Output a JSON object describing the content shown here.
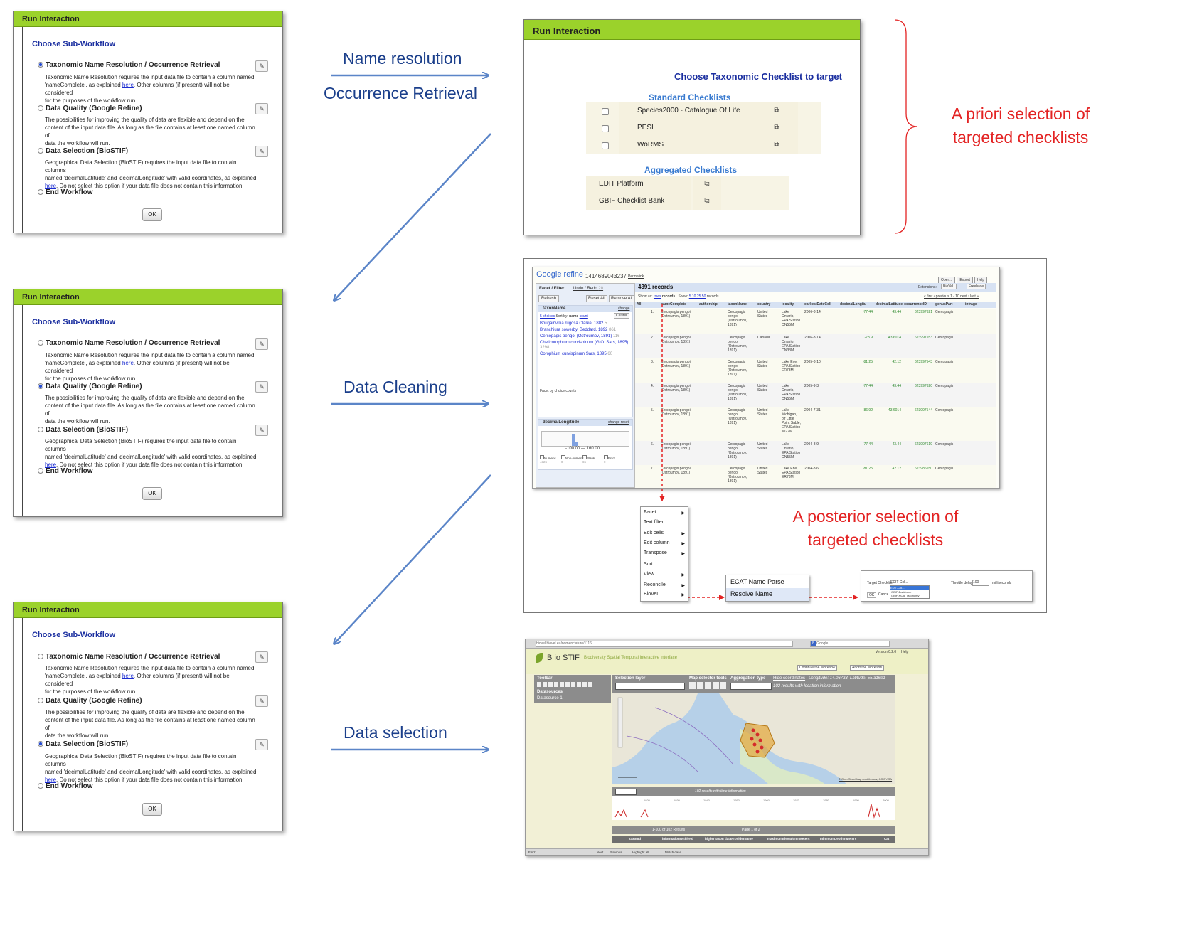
{
  "dialog": {
    "title": "Run Interaction",
    "heading": "Choose Sub-Workflow",
    "options": [
      {
        "label": "Taxonomic Name Resolution / Occurrence Retrieval",
        "desc": [
          "Taxonomic Name Resolution requires the input data file to contain a column named",
          "'nameComplete', as explained ",
          "here",
          ". Other columns (if present) will not be considered",
          "for the purposes of the workflow run."
        ]
      },
      {
        "label": "Data Quality (Google Refine)",
        "desc": [
          "The possibilities for improving the quality of data are flexible and depend on the",
          "content of the input data file. As long as the file contains at least one named column of",
          "data the workflow will run."
        ]
      },
      {
        "label": "Data Selection (BioSTIF)",
        "desc": [
          "Geographical Data Selection (BioSTIF) requires the input data file to contain columns",
          "named 'decimalLatitude' and 'decimalLongitude' with valid coordinates, as explained",
          "here",
          ". Do not select this option if your data file does not contain this information."
        ]
      },
      {
        "label": "End Workflow"
      }
    ],
    "ok": "OK"
  },
  "flow": {
    "name_resolution": "Name resolution",
    "occurrence_retrieval": "Occurrence Retrieval",
    "data_cleaning": "Data Cleaning",
    "data_selection": "Data selection"
  },
  "notes": {
    "apriori_1": "A priori selection of",
    "apriori_2": "targeted checklists",
    "aposterior_1": "A posterior selection of",
    "aposterior_2": "targeted checklists"
  },
  "checklist": {
    "title": "Run Interaction",
    "heading": "Choose Taxonomic Checklist to target",
    "standard_title": "Standard Checklists",
    "standard": [
      "Species2000 - Catalogue Of Life",
      "PESI",
      "WoRMS"
    ],
    "aggregated_title": "Aggregated Checklists",
    "aggregated": [
      "EDIT Platform",
      "GBIF Checklist Bank"
    ]
  },
  "refine": {
    "logo": "Google refine",
    "project_id": "1414689043237",
    "permalink": "Permalink",
    "buttons": [
      "Open...",
      "Export",
      "Help"
    ],
    "tabs": [
      "Facet / Filter",
      "Undo / Redo"
    ],
    "undo_count": "20",
    "refresh": "Refresh",
    "reset_all": "Reset All",
    "remove_all": "Remove All",
    "records": "4391 records",
    "extensions": "Extensions:",
    "ext_buttons": [
      "BioVeL",
      "Freebase"
    ],
    "show_as": "Show as:",
    "rows": "rows",
    "records_word": "records",
    "show": "Show:",
    "show_counts": "5  10  25  50",
    "records_suffix": "records",
    "paging": "« first  ‹ previous  1 - 10  next ›  last »",
    "columns": [
      "All",
      "nameComplete",
      "authorship",
      "taxonName",
      "country",
      "locality",
      "earliestDateColl",
      "decimalLongitu",
      "decimalLatitude",
      "occurrenceID",
      "genusPart",
      "infrage"
    ],
    "facet1": {
      "name": "taxonName",
      "change": "change",
      "choices": "5 choices",
      "sort_by": "Sort by:",
      "sort_name": "name",
      "sort_count": "count",
      "cluster": "Cluster",
      "items": [
        {
          "name": "Bougainvillia rugosa Clarke, 1882",
          "count": "5"
        },
        {
          "name": "Branchiura sowerbyi Beddard, 1892",
          "count": "861"
        },
        {
          "name": "Cercopagis pengoi (Ostroumov, 1891)",
          "count": "116"
        },
        {
          "name": "Chelicorophium curvispinum (G.O. Sars, 1895)",
          "count": "3298"
        },
        {
          "name": "Corophium curvispinum Sars, 1895",
          "count": "60"
        }
      ],
      "facet_by_counts": "Facet by choice counts"
    },
    "facet2": {
      "name": "decimalLongitude",
      "change_reset": "change reset",
      "range": "-100.00 — 160.00",
      "checks": [
        {
          "label": "Numeric",
          "count": "4326"
        },
        {
          "label": "Non-numeric",
          "count": "0"
        },
        {
          "label": "Blank",
          "count": "65"
        },
        {
          "label": "Error",
          "count": "0"
        }
      ]
    },
    "rows_data": [
      {
        "n": "1.",
        "name": "Cercopagis pengoi (Ostroumov, 1891)",
        "taxon": "Cercopagis pengoi (Ostroumov, 1891)",
        "country": "United States",
        "locality": "Lake Ontario, EPA Station ON55M",
        "date": "2006-8-14",
        "lon": "-77.44",
        "lat": "43.44",
        "occ": "623997621",
        "genus": "Cercopagis"
      },
      {
        "n": "2.",
        "name": "Cercopagis pengoi (Ostroumov, 1891)",
        "taxon": "Cercopagis pengoi (Ostroumov, 1891)",
        "country": "Canada",
        "locality": "Lake Ontario, EPA Station ON33M",
        "date": "2006-8-14",
        "lon": "-78.9",
        "lat": "43.6014",
        "occ": "623997553",
        "genus": "Cercopagis"
      },
      {
        "n": "3.",
        "name": "Cercopagis pengoi (Ostroumov, 1891)",
        "taxon": "Cercopagis pengoi (Ostroumov, 1891)",
        "country": "United States",
        "locality": "Lake Erie, EPA Station ER78M",
        "date": "2005-8-10",
        "lon": "-81.25",
        "lat": "42.12",
        "occ": "623997543",
        "genus": "Cercopagis"
      },
      {
        "n": "4.",
        "name": "Cercopagis pengoi (Ostroumov, 1891)",
        "taxon": "Cercopagis pengoi (Ostroumov, 1891)",
        "country": "United States",
        "locality": "Lake Ontario, EPA Station ON55M",
        "date": "2005-9-3",
        "lon": "-77.44",
        "lat": "43.44",
        "occ": "623997620",
        "genus": "Cercopagis"
      },
      {
        "n": "5.",
        "name": "Cercopagis pengoi (Ostroumov, 1891)",
        "taxon": "Cercopagis pengoi (Ostroumov, 1891)",
        "country": "United States",
        "locality": "Lake Michigan, off Little Point Sable, EPA Station MI27M",
        "date": "2004-7-31",
        "lon": "-86.92",
        "lat": "43.6014",
        "occ": "623997544",
        "genus": "Cercopagis"
      },
      {
        "n": "6.",
        "name": "Cercopagis pengoi (Ostroumov, 1891)",
        "taxon": "Cercopagis pengoi (Ostroumov, 1891)",
        "country": "United States",
        "locality": "Lake Ontario, EPA Station ON55M",
        "date": "2004-8-9",
        "lon": "-77.44",
        "lat": "43.44",
        "occ": "623997619",
        "genus": "Cercopagis"
      },
      {
        "n": "7.",
        "name": "Cercopagis pengoi (Ostroumov, 1891)",
        "taxon": "Cercopagis pengoi (Ostroumov, 1891)",
        "country": "United States",
        "locality": "Lake Erie, EPA Station ER78M",
        "date": "2004-8-6",
        "lon": "-81.25",
        "lat": "42.12",
        "occ": "623986550",
        "genus": "Cercopagis"
      }
    ],
    "context_menu": [
      "Facet",
      "Text filter",
      "Edit cells",
      "Edit column",
      "Transpose",
      "Sort...",
      "View",
      "Reconcile",
      "BioVeL"
    ],
    "submenu": [
      "ECAT Name Parse",
      "Resolve Name"
    ],
    "target_dialog": {
      "target_label": "Target Checklist",
      "target_value": "EDIT-Col...",
      "options": [
        "EDIT-Col...",
        "GBIF-Backbone",
        "GBIF-NCBI Taxonomy"
      ],
      "throttle_label": "Throttle delay",
      "throttle_value": "100",
      "ms": "milliseconds",
      "ok": "OK",
      "cancel": "Cancel"
    }
  },
  "biostif": {
    "url": "biovel.biovel.eu/nomenclature/1116",
    "search": "Google",
    "version": "Version 0.2.0",
    "help": "Help",
    "logo": "B  io STIF",
    "subtitle": "Biodiversity Spatial Temporal interactive Interface",
    "continue": "Continue the Workflow",
    "abort": "Abort the Workflow",
    "toolbar": "Toolbar",
    "datasources": "Datasources",
    "datasource1": "Datasource 1",
    "selection_layer": "Selection layer",
    "map_tools": "Map selector tools",
    "aggregation": "Aggregation type",
    "hide_coords": "Hide coordinates",
    "coords": "Longitude: 14.06733, Latitude: 55.31691",
    "results_location": "102 results with location information",
    "results_time": "102 results with time information",
    "attribution": "© OpenStreetMap contributors, CC BY-SA",
    "years": [
      "1920",
      "1930",
      "1940",
      "1950",
      "1960",
      "1970",
      "1980",
      "1990",
      "2000"
    ],
    "results_count": "1-100 of 102 Results",
    "page": "Page 1 of 2",
    "table_cols": [
      "taxonId",
      "informationWithheld",
      "higherTaxon",
      "dataProviderName",
      "maximumElevationInMeters",
      "minimumDepthInMeters",
      "Cat"
    ],
    "find_bar": [
      "Find:",
      "Next",
      "Previous",
      "Highlight all",
      "Match case"
    ]
  },
  "colors": {
    "green": "#9bd22b",
    "arrow": "#5b85c8",
    "red": "#e32323",
    "link": "#1b2fa0"
  }
}
